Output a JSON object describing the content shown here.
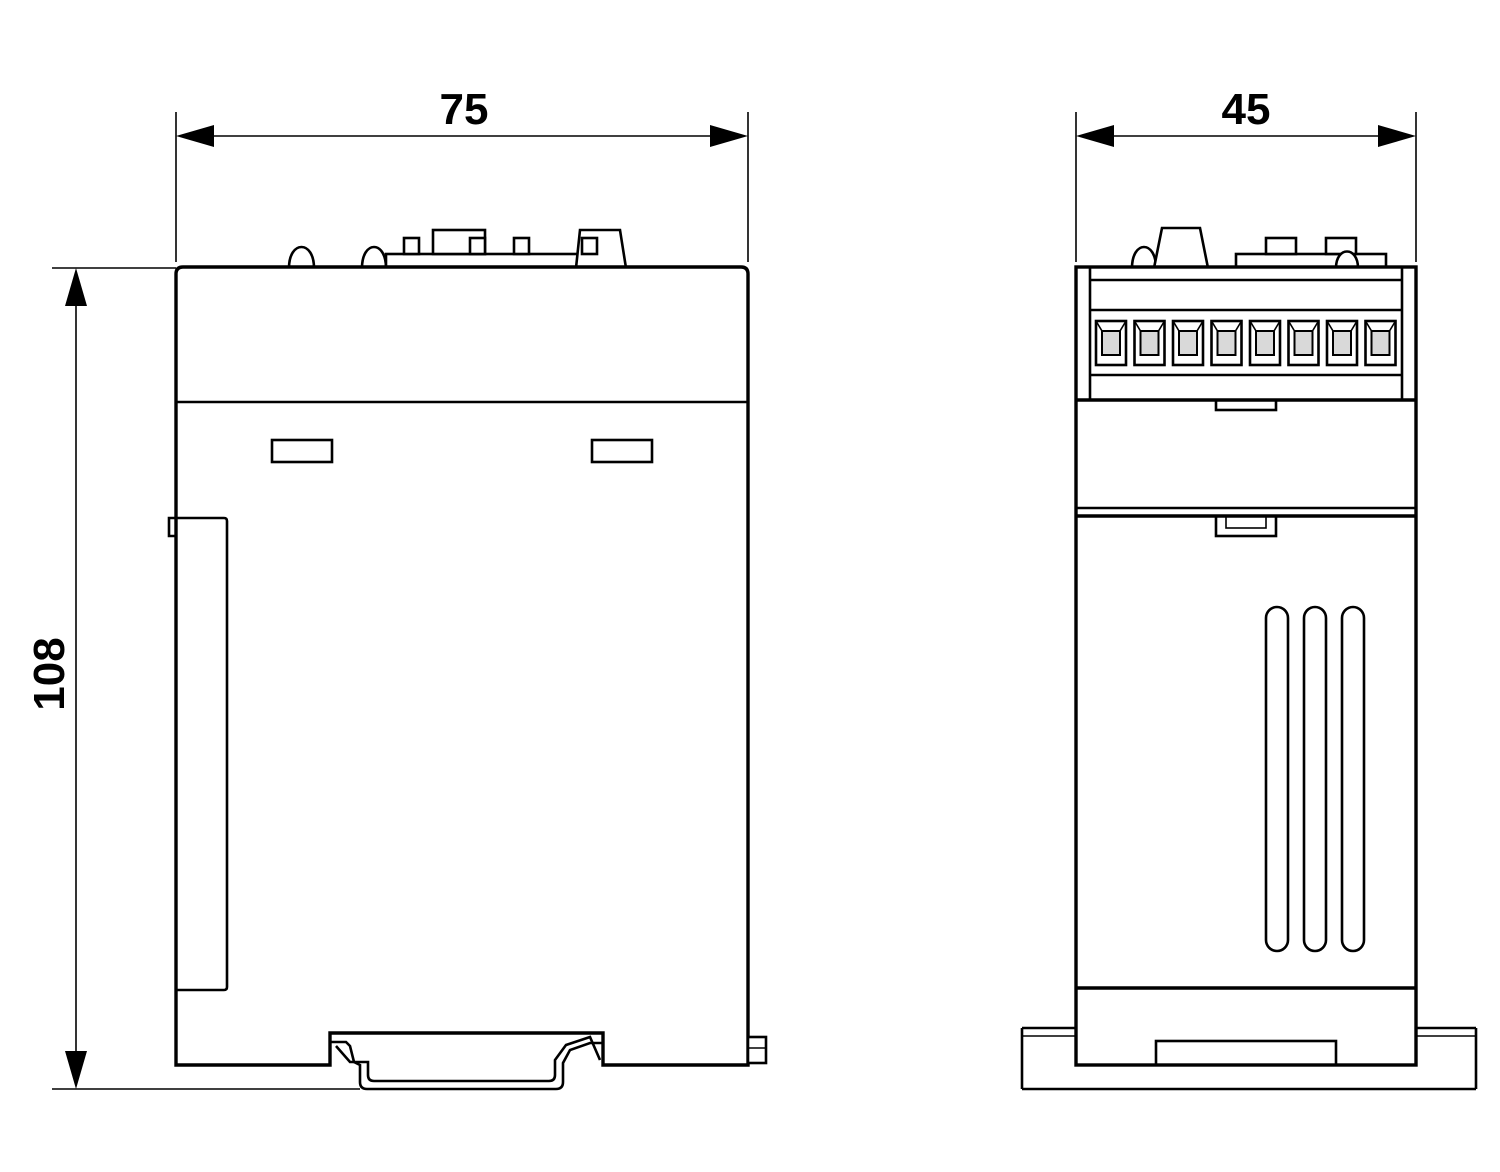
{
  "dimensions": {
    "width_front": "75",
    "width_side": "45",
    "height": "108"
  },
  "colors": {
    "line": "#000000",
    "background": "#ffffff",
    "terminal_fill": "#d9d9d9"
  },
  "terminal_count": 8,
  "vent_slot_count": 3
}
